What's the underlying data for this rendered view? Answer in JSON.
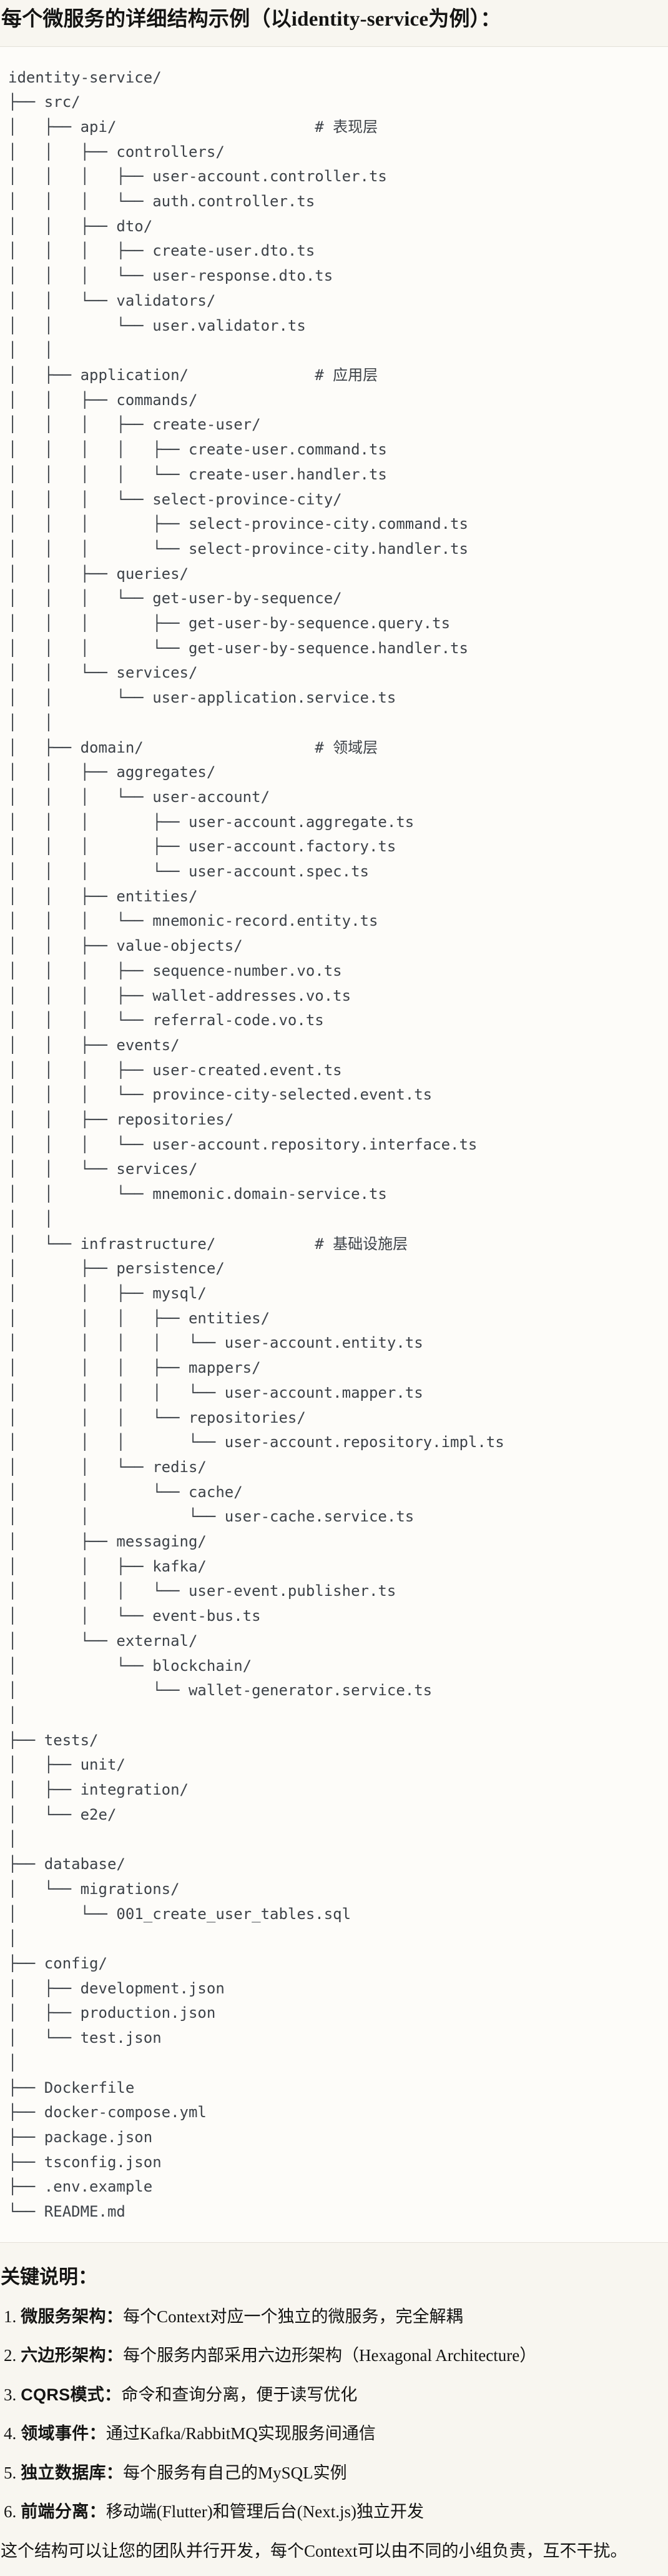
{
  "page": {
    "title": "每个微服务的详细结构示例（以identity-service为例）："
  },
  "code": {
    "lines": [
      "identity-service/",
      "├── src/",
      "│   ├── api/                      # 表现层",
      "│   │   ├── controllers/",
      "│   │   │   ├── user-account.controller.ts",
      "│   │   │   └── auth.controller.ts",
      "│   │   ├── dto/",
      "│   │   │   ├── create-user.dto.ts",
      "│   │   │   └── user-response.dto.ts",
      "│   │   └── validators/",
      "│   │       └── user.validator.ts",
      "│   │",
      "│   ├── application/              # 应用层",
      "│   │   ├── commands/",
      "│   │   │   ├── create-user/",
      "│   │   │   │   ├── create-user.command.ts",
      "│   │   │   │   └── create-user.handler.ts",
      "│   │   │   └── select-province-city/",
      "│   │   │       ├── select-province-city.command.ts",
      "│   │   │       └── select-province-city.handler.ts",
      "│   │   ├── queries/",
      "│   │   │   └── get-user-by-sequence/",
      "│   │   │       ├── get-user-by-sequence.query.ts",
      "│   │   │       └── get-user-by-sequence.handler.ts",
      "│   │   └── services/",
      "│   │       └── user-application.service.ts",
      "│   │",
      "│   ├── domain/                   # 领域层",
      "│   │   ├── aggregates/",
      "│   │   │   └── user-account/",
      "│   │   │       ├── user-account.aggregate.ts",
      "│   │   │       ├── user-account.factory.ts",
      "│   │   │       └── user-account.spec.ts",
      "│   │   ├── entities/",
      "│   │   │   └── mnemonic-record.entity.ts",
      "│   │   ├── value-objects/",
      "│   │   │   ├── sequence-number.vo.ts",
      "│   │   │   ├── wallet-addresses.vo.ts",
      "│   │   │   └── referral-code.vo.ts",
      "│   │   ├── events/",
      "│   │   │   ├── user-created.event.ts",
      "│   │   │   └── province-city-selected.event.ts",
      "│   │   ├── repositories/",
      "│   │   │   └── user-account.repository.interface.ts",
      "│   │   └── services/",
      "│   │       └── mnemonic.domain-service.ts",
      "│   │",
      "│   └── infrastructure/           # 基础设施层",
      "│       ├── persistence/",
      "│       │   ├── mysql/",
      "│       │   │   ├── entities/",
      "│       │   │   │   └── user-account.entity.ts",
      "│       │   │   ├── mappers/",
      "│       │   │   │   └── user-account.mapper.ts",
      "│       │   │   └── repositories/",
      "│       │   │       └── user-account.repository.impl.ts",
      "│       │   └── redis/",
      "│       │       └── cache/",
      "│       │           └── user-cache.service.ts",
      "│       ├── messaging/",
      "│       │   ├── kafka/",
      "│       │   │   └── user-event.publisher.ts",
      "│       │   └── event-bus.ts",
      "│       └── external/",
      "│           └── blockchain/",
      "│               └── wallet-generator.service.ts",
      "│",
      "├── tests/",
      "│   ├── unit/",
      "│   ├── integration/",
      "│   └── e2e/",
      "│",
      "├── database/",
      "│   └── migrations/",
      "│       └── 001_create_user_tables.sql",
      "│",
      "├── config/",
      "│   ├── development.json",
      "│   ├── production.json",
      "│   └── test.json",
      "│",
      "├── Dockerfile",
      "├── docker-compose.yml",
      "├── package.json",
      "├── tsconfig.json",
      "├── .env.example",
      "└── README.md"
    ]
  },
  "notes": {
    "heading": "关键说明：",
    "items": [
      {
        "num": "1.",
        "term": "微服务架构：",
        "desc": "每个Context对应一个独立的微服务，完全解耦"
      },
      {
        "num": "2.",
        "term": "六边形架构：",
        "desc": "每个服务内部采用六边形架构（Hexagonal Architecture）"
      },
      {
        "num": "3.",
        "term": "CQRS模式：",
        "desc": "命令和查询分离，便于读写优化"
      },
      {
        "num": "4.",
        "term": "领域事件：",
        "desc": "通过Kafka/RabbitMQ实现服务间通信"
      },
      {
        "num": "5.",
        "term": "独立数据库：",
        "desc": "每个服务有自己的MySQL实例"
      },
      {
        "num": "6.",
        "term": "前端分离：",
        "desc": "移动端(Flutter)和管理后台(Next.js)独立开发"
      }
    ],
    "footer": "这个结构可以让您的团队并行开发，每个Context可以由不同的小组负责，互不干扰。"
  }
}
